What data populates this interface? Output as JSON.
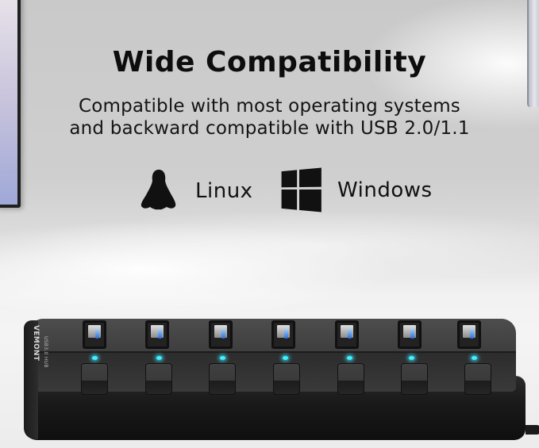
{
  "headline": "Wide Compatibility",
  "subtitle": {
    "line1": "Compatible with most operating systems",
    "line2": "and backward compatible with USB 2.0/1.1"
  },
  "os_badges": [
    {
      "icon": "linux-tux-icon",
      "label": "Linux"
    },
    {
      "icon": "windows-logo-icon",
      "label": "Windows"
    }
  ],
  "product": {
    "brand": "VEMONT",
    "model": "USB3.0 HUB",
    "port_count": 7,
    "led_color": "#3ff0ff",
    "body_color": "#1a1a1a"
  },
  "colors": {
    "text": "#0d0d0d",
    "background": "#cfcfcf"
  }
}
